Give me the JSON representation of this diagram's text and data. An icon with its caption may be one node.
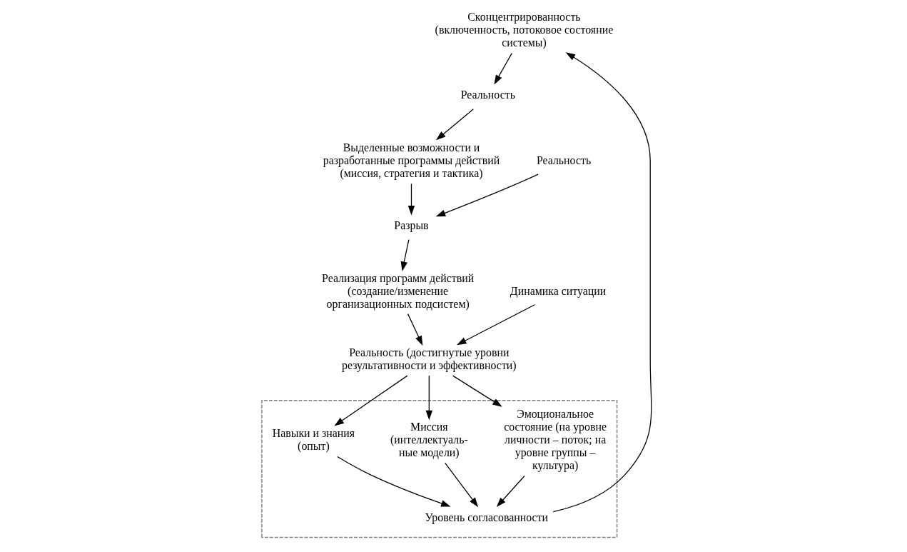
{
  "diagram": {
    "nodes": [
      {
        "text": [
          "Реальность"
        ]
      },
      {
        "text": [
          "Выделенные возможности и разработанные программы действий (миссия, стратегия и тактика)"
        ]
      },
      {
        "text": [
          "Реальность"
        ]
      },
      {
        "text": [
          "Сконцентрированность (включенность, потоковое состояние системы)"
        ]
      },
      {
        "text": [
          "Разрыв"
        ]
      },
      {
        "text": [],
        "shape": "box"
      },
      {
        "text": [
          "Уровень согласованности"
        ],
        "in": 5
      },
      {
        "text": [
          "Эмоциональное состояние (на уровне личности – поток; на уровне группы – культура)"
        ],
        "in": 5
      },
      {
        "text": [
          "Миссия (интеллектуаль- ные модели)"
        ],
        "in": 5
      },
      {
        "text": [
          "Навыки и знания (опыт)"
        ],
        "in": 5
      },
      {
        "text": [
          "Реализация программ действий (создание/изменение организационных подсистем)"
        ]
      },
      {
        "text": [
          "Реальность (достигнутые уровни результативности и эффективности)"
        ]
      },
      {
        "text": [
          "Динамика ситуации"
        ]
      }
    ],
    "edges": [
      {
        "from": 3,
        "to": 0,
        "arrow": "to"
      },
      {
        "from": 0,
        "to": 1,
        "arrow": "to"
      },
      {
        "from": 1,
        "to": 4,
        "arrow": "to"
      },
      {
        "from": 2,
        "to": 4,
        "arrow": "to"
      },
      {
        "from": 4,
        "to": 10,
        "arrow": "to"
      },
      {
        "from": 10,
        "to": 11,
        "arrow": "to"
      },
      {
        "from": 12,
        "to": 11,
        "arrow": "to"
      },
      {
        "from": 11,
        "to": 7,
        "arrow": "to"
      },
      {
        "from": 11,
        "to": 8,
        "arrow": "to"
      },
      {
        "from": 11,
        "to": 9,
        "arrow": "to"
      },
      {
        "from": 7,
        "to": 6,
        "arrow": "to"
      },
      {
        "from": 8,
        "to": 6,
        "arrow": "to"
      },
      {
        "from": 9,
        "to": 6,
        "arrow": "to"
      },
      {
        "from": 6,
        "to": 3,
        "arrow": "to"
      }
    ]
  }
}
